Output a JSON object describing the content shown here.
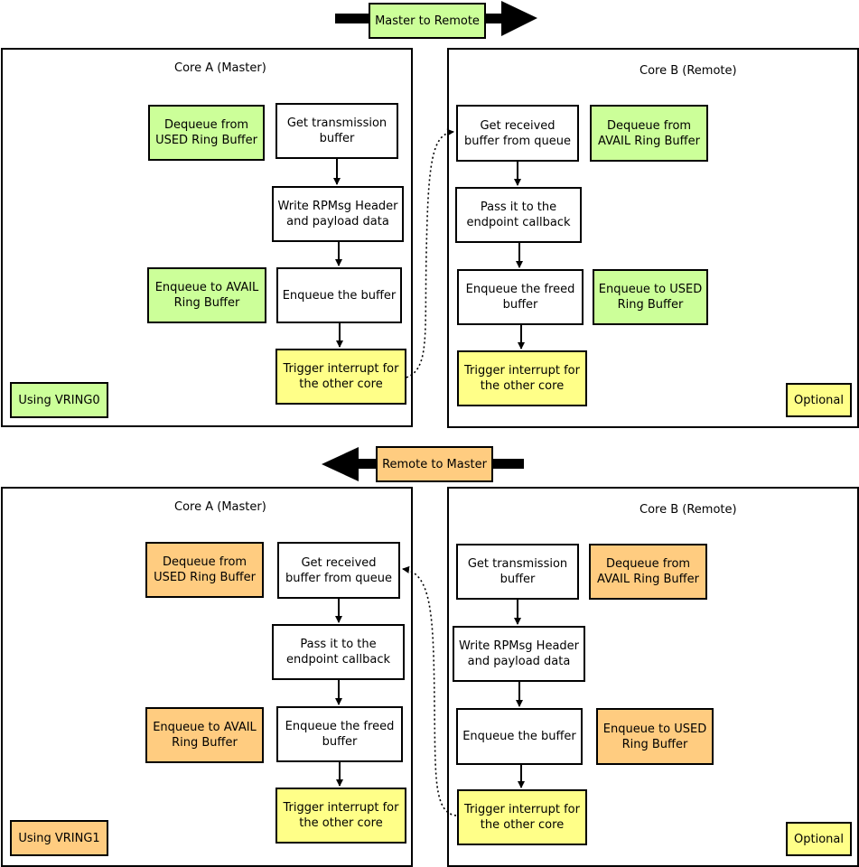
{
  "colors": {
    "panel_border": "#000000",
    "step_box": "#ffffff",
    "vring0_green": "#ccff99",
    "vring1_orange": "#ffcc80",
    "interrupt_yellow": "#ffff88"
  },
  "top": {
    "direction_label": "Master to Remote",
    "core_a": {
      "title": "Core A (Master)",
      "steps": [
        "Get transmission buffer",
        "Write RPMsg Header and payload data",
        "Enqueue the buffer",
        "Trigger interrupt for the other core"
      ],
      "notes": [
        "Dequeue from USED Ring Buffer",
        "Enqueue to AVAIL Ring Buffer"
      ],
      "vring_label": "Using VRING0"
    },
    "core_b": {
      "title": "Core B (Remote)",
      "steps": [
        "Get received buffer from queue",
        "Pass it to the endpoint callback",
        "Enqueue the freed buffer",
        "Trigger interrupt for the other core"
      ],
      "notes": [
        "Dequeue from AVAIL Ring Buffer",
        "Enqueue to USED Ring Buffer"
      ],
      "optional_label": "Optional"
    }
  },
  "bottom": {
    "direction_label": "Remote to Master",
    "core_a": {
      "title": "Core A (Master)",
      "steps": [
        "Get received buffer from queue",
        "Pass it to the endpoint callback",
        "Enqueue the freed buffer",
        "Trigger interrupt for the other core"
      ],
      "notes": [
        "Dequeue from USED Ring Buffer",
        "Enqueue to AVAIL Ring Buffer"
      ],
      "vring_label": "Using VRING1"
    },
    "core_b": {
      "title": "Core B (Remote)",
      "steps": [
        "Get transmission buffer",
        "Write RPMsg Header and payload data",
        "Enqueue the buffer",
        "Trigger interrupt for the other core"
      ],
      "notes": [
        "Dequeue from AVAIL Ring Buffer",
        "Enqueue to USED Ring Buffer"
      ],
      "optional_label": "Optional"
    }
  }
}
